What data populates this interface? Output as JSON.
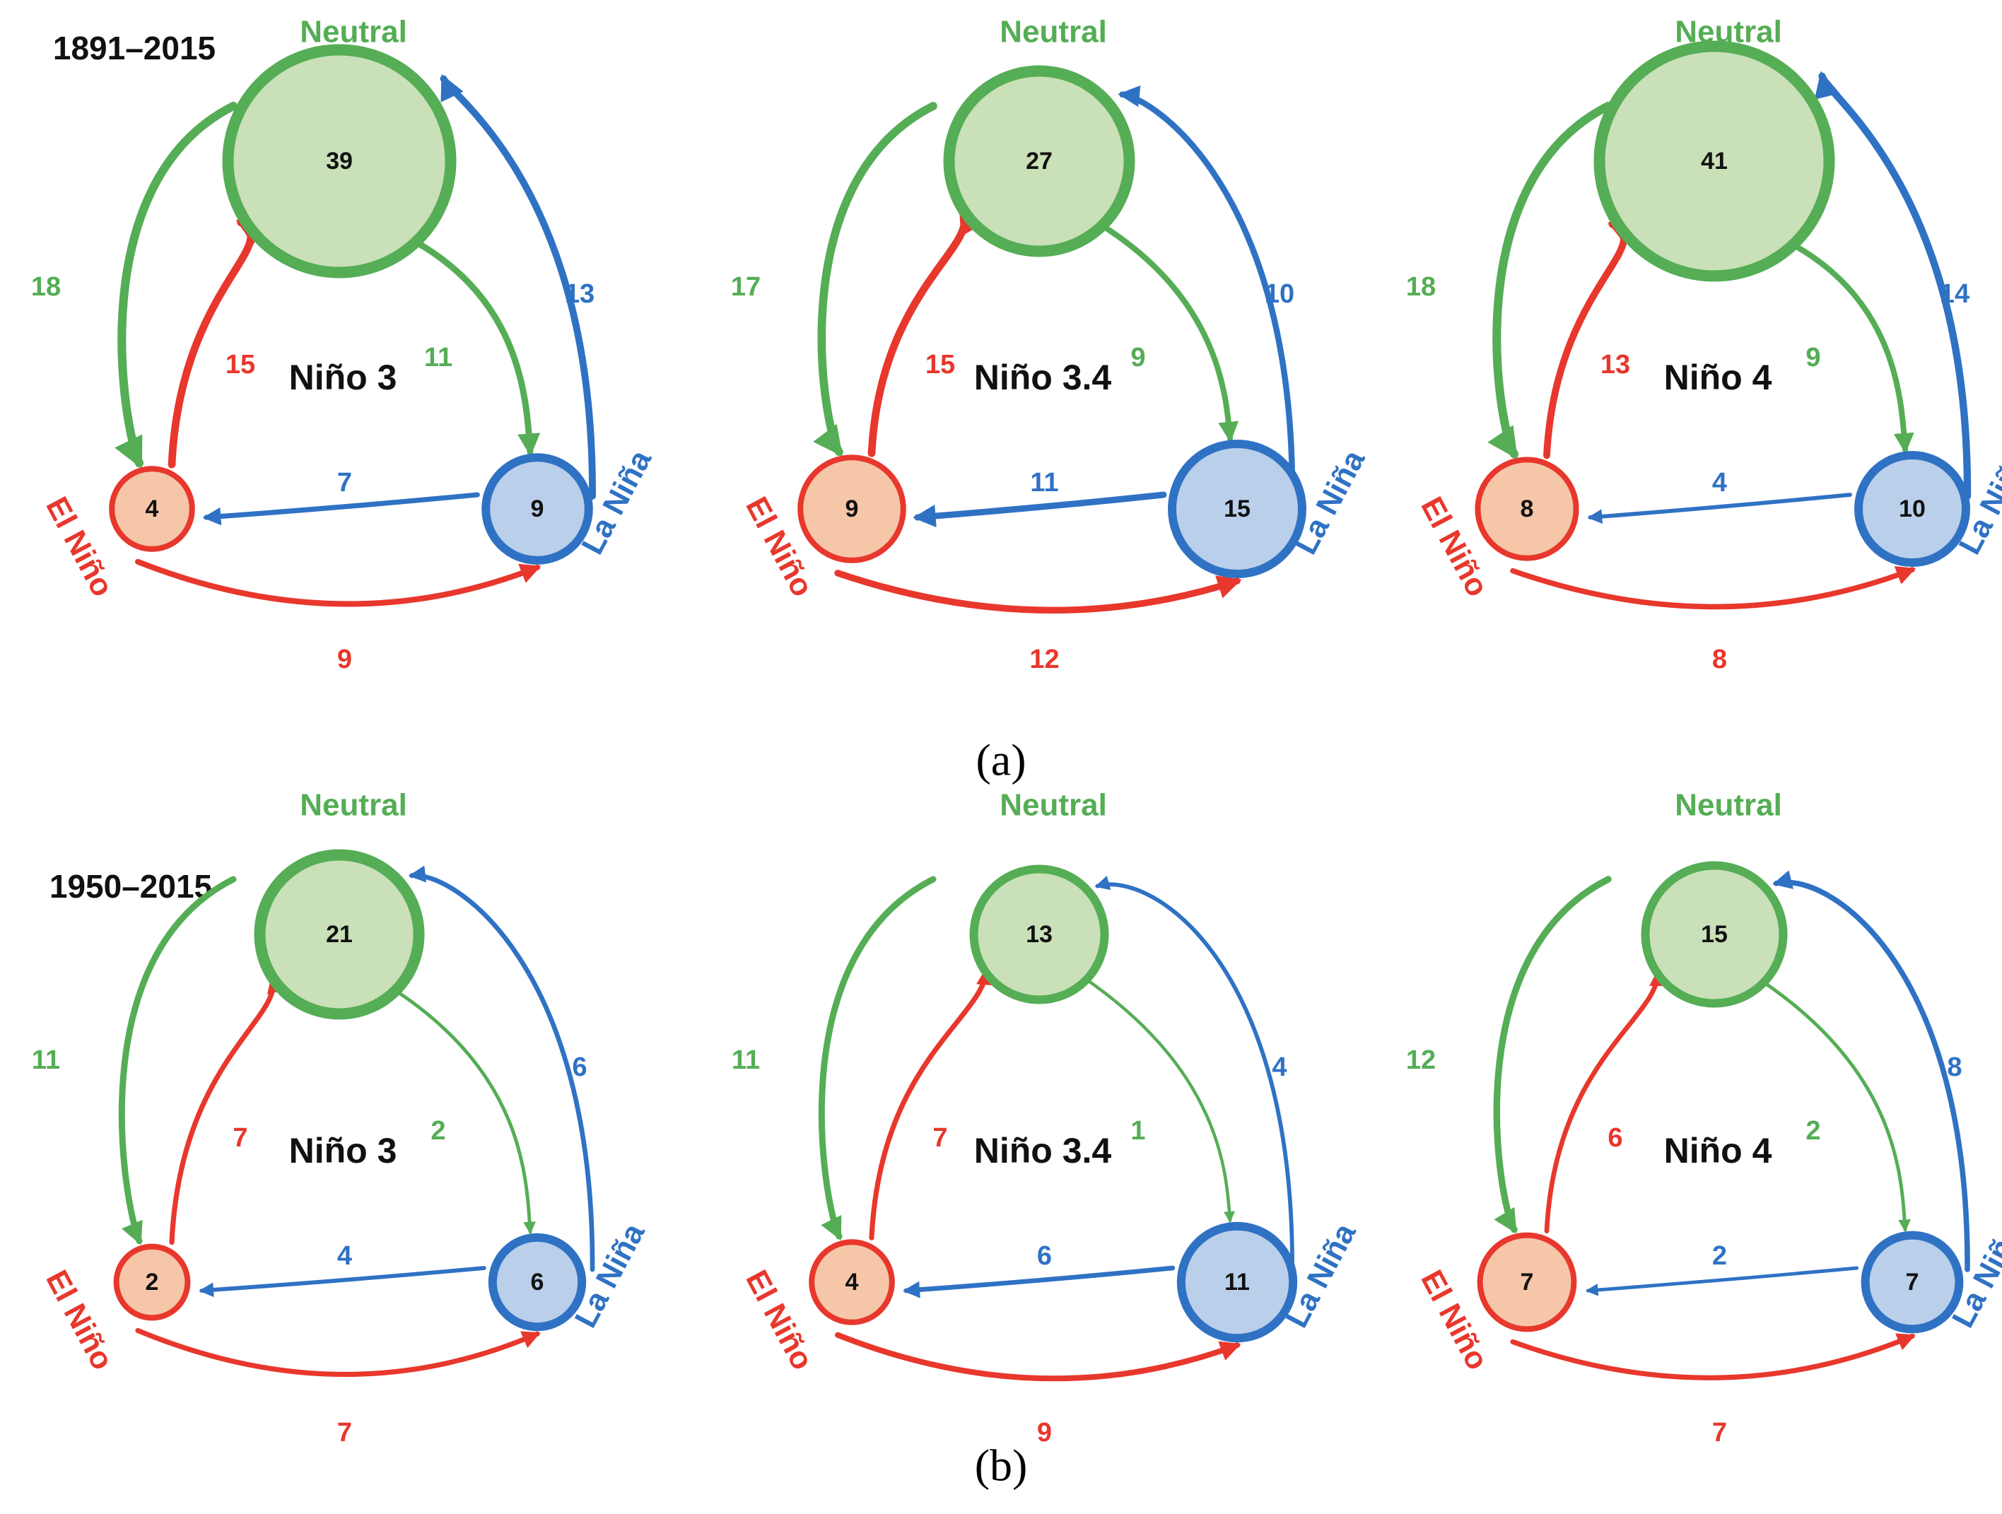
{
  "colors": {
    "neutral": "#55ad55",
    "neutral_fill": "#c9e0b8",
    "elnino": "#e8372c",
    "elnino_fill": "#f5c6a8",
    "lanina": "#2f72c4",
    "lanina_fill": "#b9cfea"
  },
  "rows": [
    {
      "period": "1891–2015",
      "caption": "(a)",
      "panels": [
        {
          "index": "Niño 3",
          "neutral_label": "Neutral",
          "elnino_label": "El Niño",
          "lanina_label": "La Niña",
          "neutral": 39,
          "elnino": 4,
          "lanina": 9,
          "neutral_to_elnino": 18,
          "elnino_to_neutral": 15,
          "neutral_to_lanina": 11,
          "lanina_to_neutral": 13,
          "lanina_to_elnino": 7,
          "elnino_to_lanina": 9
        },
        {
          "index": "Niño 3.4",
          "neutral_label": "Neutral",
          "elnino_label": "El Niño",
          "lanina_label": "La Niña",
          "neutral": 27,
          "elnino": 9,
          "lanina": 15,
          "neutral_to_elnino": 17,
          "elnino_to_neutral": 15,
          "neutral_to_lanina": 9,
          "lanina_to_neutral": 10,
          "lanina_to_elnino": 11,
          "elnino_to_lanina": 12
        },
        {
          "index": "Niño 4",
          "neutral_label": "Neutral",
          "elnino_label": "El Niño",
          "lanina_label": "La Niña",
          "neutral": 41,
          "elnino": 8,
          "lanina": 10,
          "neutral_to_elnino": 18,
          "elnino_to_neutral": 13,
          "neutral_to_lanina": 9,
          "lanina_to_neutral": 14,
          "lanina_to_elnino": 4,
          "elnino_to_lanina": 8
        }
      ]
    },
    {
      "period": "1950–2015",
      "caption": "(b)",
      "panels": [
        {
          "index": "Niño 3",
          "neutral_label": "Neutral",
          "elnino_label": "El Niño",
          "lanina_label": "La Niña",
          "neutral": 21,
          "elnino": 2,
          "lanina": 6,
          "neutral_to_elnino": 11,
          "elnino_to_neutral": 7,
          "neutral_to_lanina": 2,
          "lanina_to_neutral": 6,
          "lanina_to_elnino": 4,
          "elnino_to_lanina": 7
        },
        {
          "index": "Niño 3.4",
          "neutral_label": "Neutral",
          "elnino_label": "El Niño",
          "lanina_label": "La Niña",
          "neutral": 13,
          "elnino": 4,
          "lanina": 11,
          "neutral_to_elnino": 11,
          "elnino_to_neutral": 7,
          "neutral_to_lanina": 1,
          "lanina_to_neutral": 4,
          "lanina_to_elnino": 6,
          "elnino_to_lanina": 9
        },
        {
          "index": "Niño 4",
          "neutral_label": "Neutral",
          "elnino_label": "El Niño",
          "lanina_label": "La Niña",
          "neutral": 15,
          "elnino": 7,
          "lanina": 7,
          "neutral_to_elnino": 12,
          "elnino_to_neutral": 6,
          "neutral_to_lanina": 2,
          "lanina_to_neutral": 8,
          "lanina_to_elnino": 2,
          "elnino_to_lanina": 7
        }
      ]
    }
  ]
}
